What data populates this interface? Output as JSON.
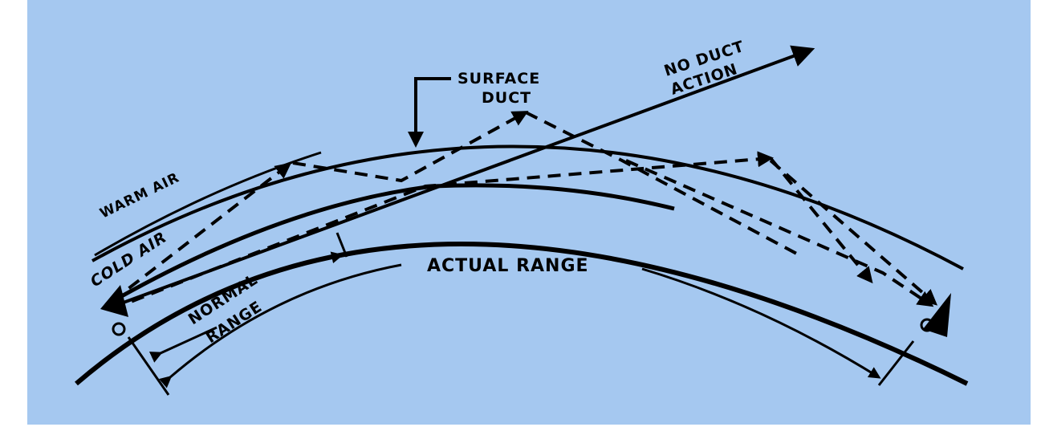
{
  "diagram": {
    "background_color": "#A5C8F0",
    "line_color": "#000000",
    "labels": {
      "surface_duct_line1": "SURFACE",
      "surface_duct_line2": "DUCT",
      "no_duct_line1": "NO DUCT",
      "no_duct_line2": "ACTION",
      "warm_air": "WARM AIR",
      "cold_air": "COLD AIR",
      "normal_range_line1": "NORMAL",
      "normal_range_line2": "RANGE",
      "actual_range": "ACTUAL RANGE"
    },
    "elements": [
      {
        "name": "earth-surface-curve",
        "type": "arc"
      },
      {
        "name": "duct-top-boundary",
        "type": "arc"
      },
      {
        "name": "warm-cold-boundary",
        "type": "arc"
      },
      {
        "name": "no-duct-ray",
        "type": "arrow"
      },
      {
        "name": "ducted-ray-paths",
        "type": "dashed-arrows"
      },
      {
        "name": "transmitter-antenna",
        "type": "icon"
      },
      {
        "name": "receiver-antenna",
        "type": "icon"
      },
      {
        "name": "normal-range-dimension",
        "type": "dimension"
      },
      {
        "name": "actual-range-dimension",
        "type": "dimension"
      }
    ]
  }
}
